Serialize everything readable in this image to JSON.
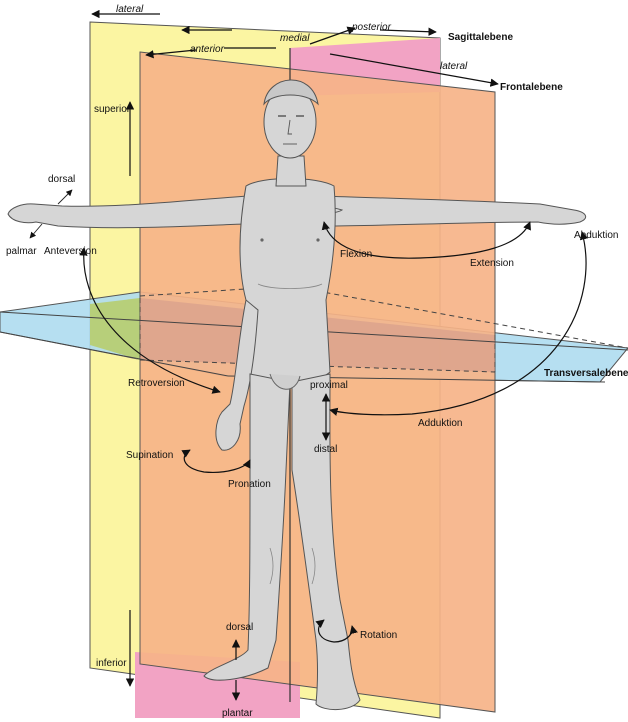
{
  "colors": {
    "sagittal_plane": "#fbf5a2",
    "sagittal_plane_upper": "#f2a3c4",
    "frontal_plane": "#f6b388",
    "transverse_plane": "#aedcf0",
    "transverse_overlap": "#b7cf7a",
    "body": "#d6d6d6"
  },
  "planes": {
    "sagittal": "Sagittalebene",
    "frontal": "Frontalebene",
    "transverse": "Transversalebene"
  },
  "directions": {
    "lateral_top": "lateral",
    "medial": "medial",
    "posterior": "posterior",
    "anterior": "anterior",
    "lateral_right": "lateral",
    "superior": "superior",
    "inferior": "inferior",
    "dorsal_hand": "dorsal",
    "palmar": "palmar",
    "proximal": "proximal",
    "distal": "distal",
    "dorsal_foot": "dorsal",
    "plantar": "plantar"
  },
  "movements": {
    "anteversion": "Anteversion",
    "retroversion": "Retroversion",
    "flexion": "Flexion",
    "extension": "Extension",
    "abduktion": "Abduktion",
    "adduktion": "Adduktion",
    "supination": "Supination",
    "pronation": "Pronation",
    "rotation": "Rotation"
  },
  "icons": [
    "anatomical-figure-illustration",
    "direction-arrow",
    "movement-arc-arrow"
  ]
}
